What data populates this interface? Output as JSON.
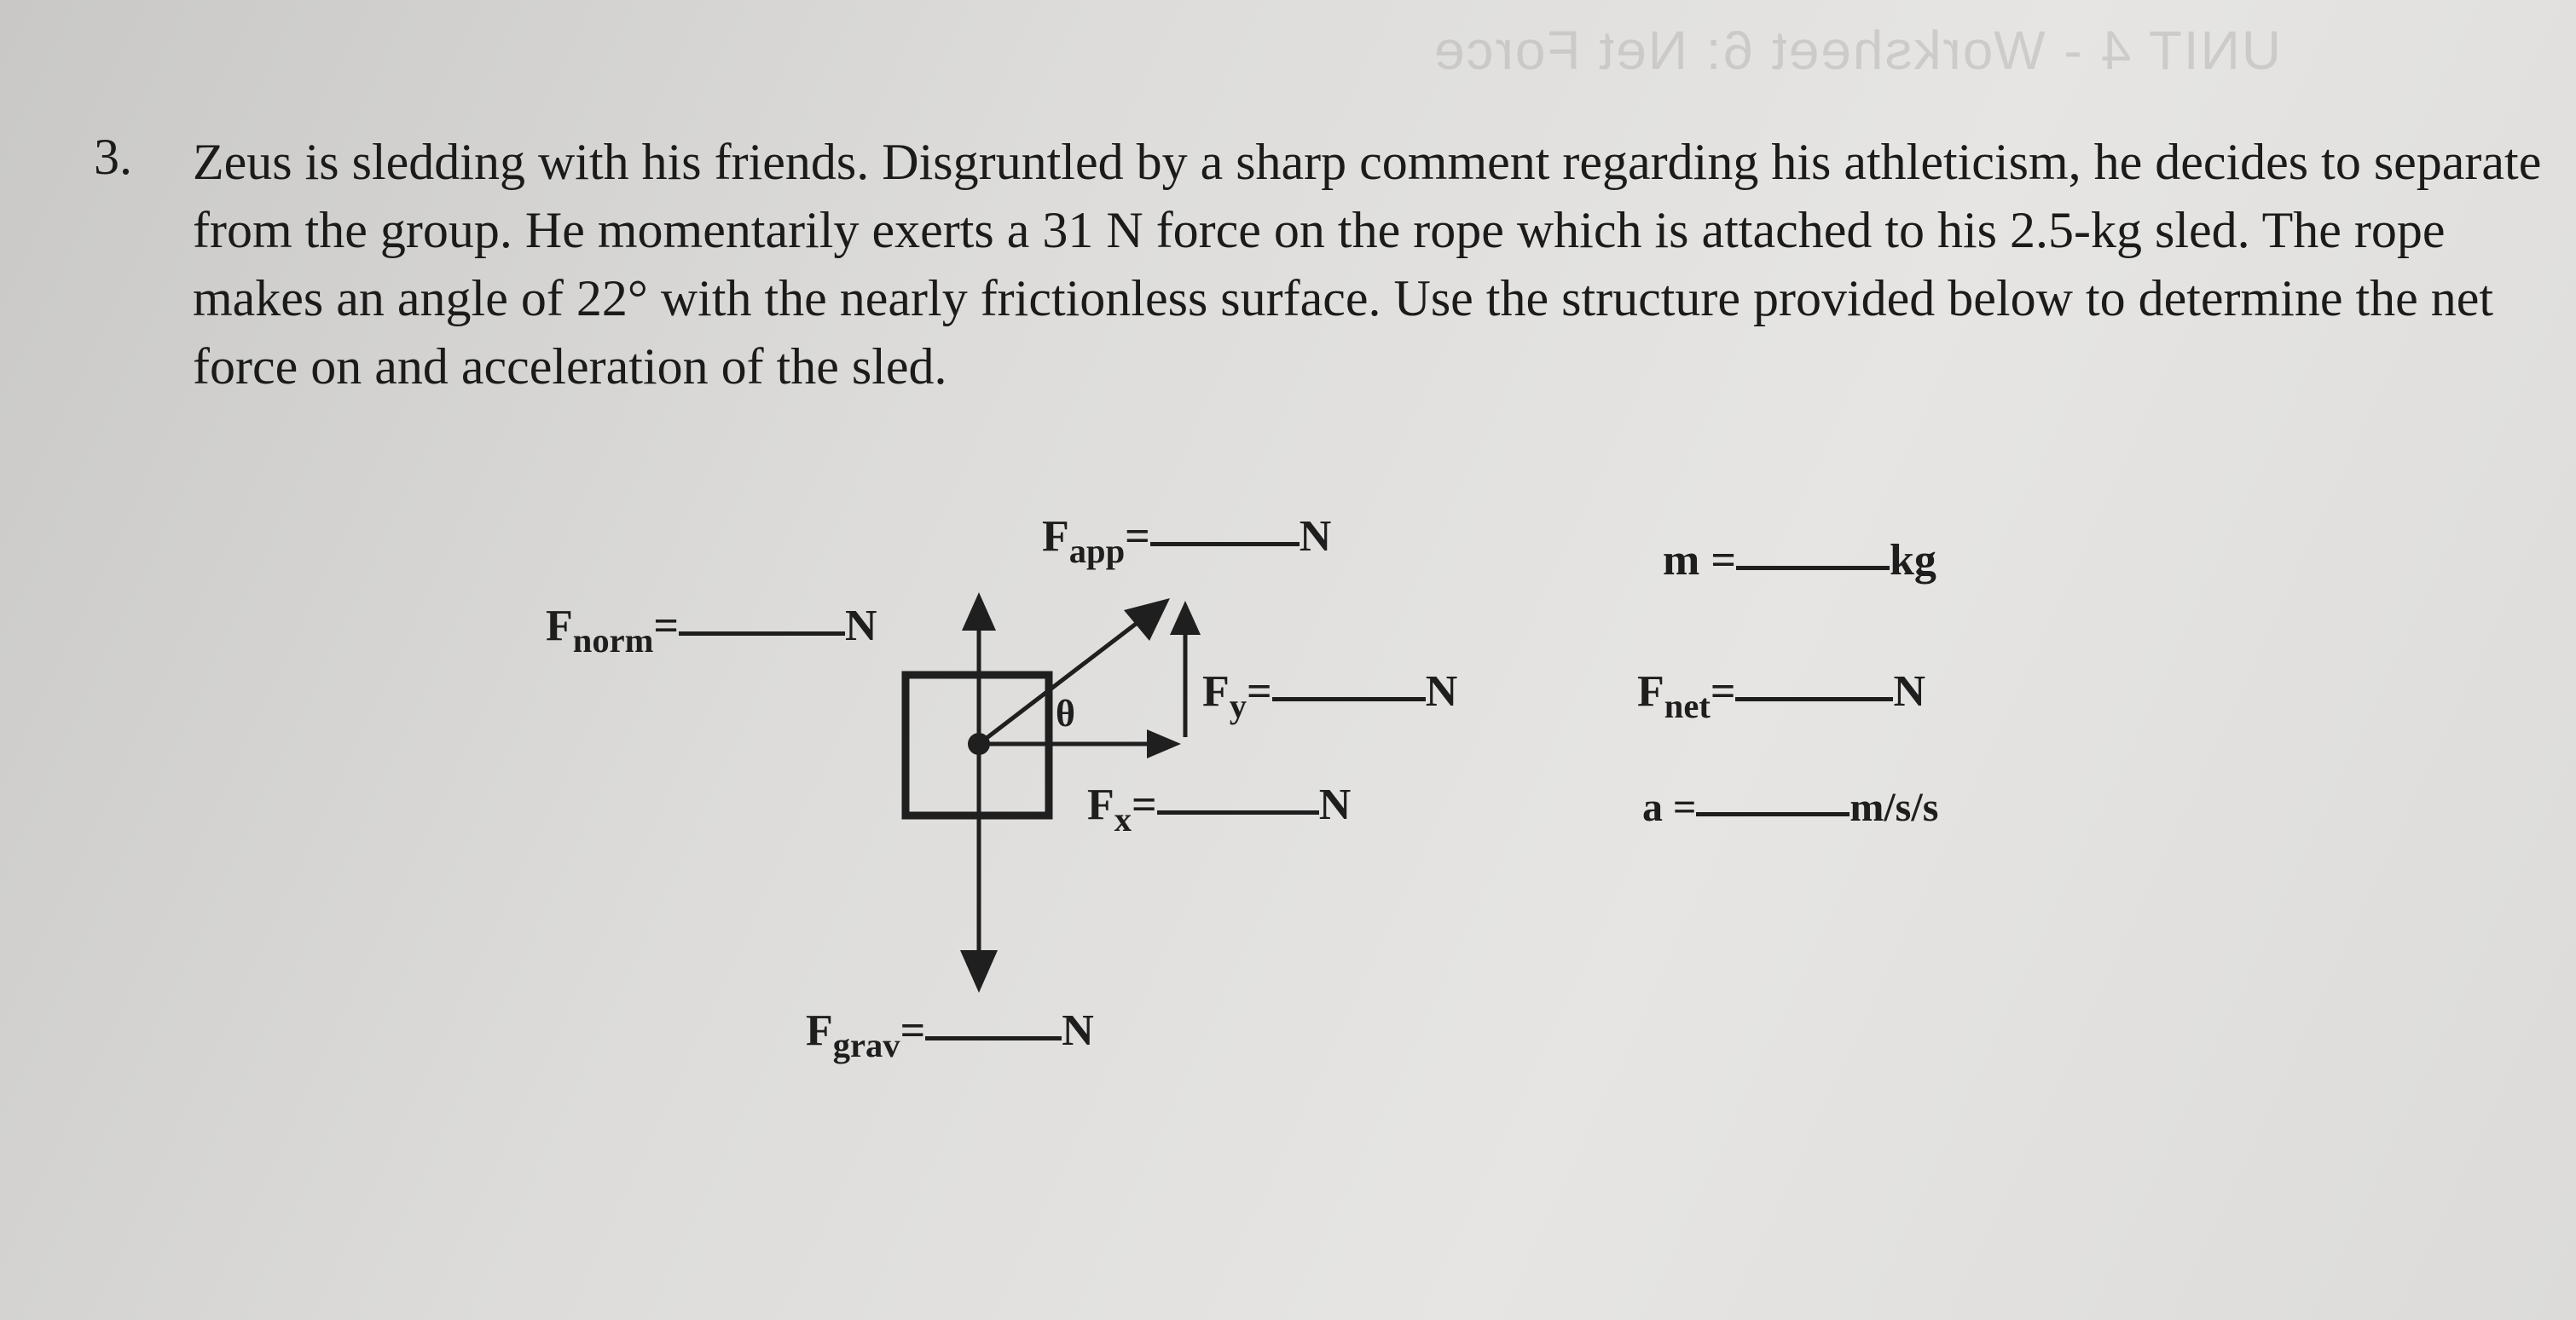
{
  "problem": {
    "number": "3.",
    "text": "Zeus is sledding with his friends. Disgruntled by a sharp comment regarding his athleticism, he decides to separate from the group. He momentarily exerts a 31 N force on the rope which is attached to his 2.5-kg sled. The rope makes an angle of 22° with the nearly frictionless surface. Use the structure provided below to determine the net force on and acceleration of the sled."
  },
  "diagram": {
    "angle_symbol": "θ",
    "f_app": {
      "symbol": "F",
      "subscript": "app",
      "equals": "=",
      "unit": "N"
    },
    "f_norm": {
      "symbol": "F",
      "subscript": "norm",
      "equals": "=",
      "unit": "N"
    },
    "f_y": {
      "symbol": "F",
      "subscript": "y",
      "equals": "=",
      "unit": "N"
    },
    "f_x": {
      "symbol": "F",
      "subscript": "x",
      "equals": "=",
      "unit": "N"
    },
    "f_grav": {
      "symbol": "F",
      "subscript": "grav",
      "equals": "=",
      "unit": "N"
    }
  },
  "answers": {
    "mass": {
      "symbol": "m",
      "equals": "=",
      "unit": "kg"
    },
    "f_net": {
      "symbol": "F",
      "subscript": "net",
      "equals": "=",
      "unit": "N"
    },
    "accel": {
      "symbol": "a",
      "equals": "=",
      "unit": "m/s/s"
    }
  },
  "bleed_text": "UNIT 4 - Worksheet 6: Net Force"
}
